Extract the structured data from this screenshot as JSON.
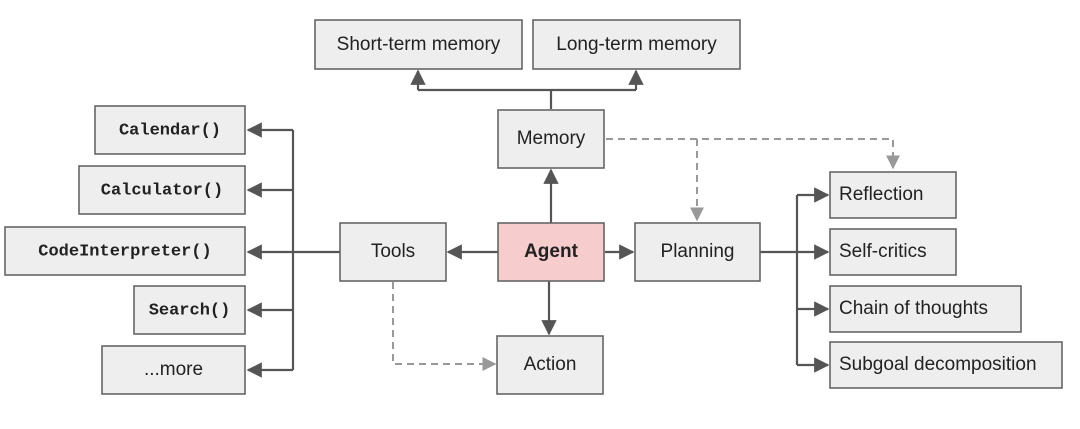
{
  "nodes": {
    "short_term_memory": "Short-term memory",
    "long_term_memory": "Long-term memory",
    "memory": "Memory",
    "agent": "Agent",
    "tools": "Tools",
    "planning": "Planning",
    "action": "Action",
    "calendar": "Calendar()",
    "calculator": "Calculator()",
    "code_interpreter": "CodeInterpreter()",
    "search": "Search()",
    "more": "...more",
    "reflection": "Reflection",
    "self_critics": "Self-critics",
    "chain_of_thoughts": "Chain of thoughts",
    "subgoal_decomposition": "Subgoal decomposition"
  },
  "colors": {
    "agent_fill": "#f7cccc",
    "node_fill": "#eeeeee",
    "stroke": "#666666",
    "dashed_edge": "#999999"
  }
}
